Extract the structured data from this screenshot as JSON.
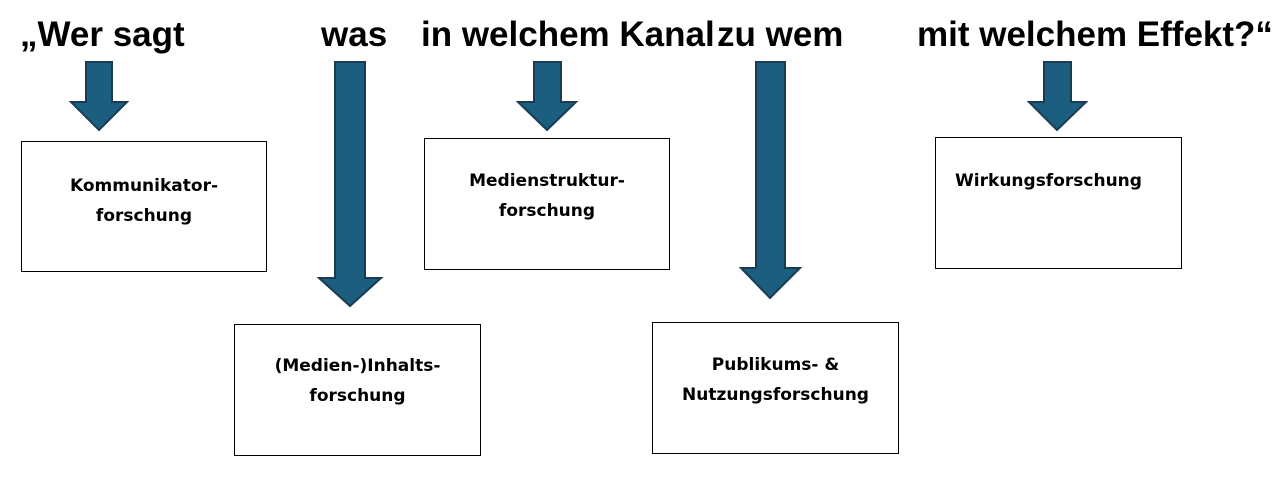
{
  "headings": [
    "„Wer sagt",
    "was",
    "in welchem Kanal",
    "zu wem",
    "mit welchem Effekt?“"
  ],
  "boxes": [
    {
      "line1": "Kommunikator-",
      "line2": "forschung"
    },
    {
      "line1": "(Medien-)Inhalts-",
      "line2": "forschung"
    },
    {
      "line1": "Medienstruktur-",
      "line2": "forschung"
    },
    {
      "line1": "Publikums- &",
      "line2": "Nutzungsforschung"
    },
    {
      "line1": "Wirkungsforschung",
      "line2": ""
    }
  ],
  "colors": {
    "arrow_fill": "#1B5E80",
    "arrow_stroke": "#1A3C52",
    "text": "#000000",
    "box_border": "#000000"
  }
}
